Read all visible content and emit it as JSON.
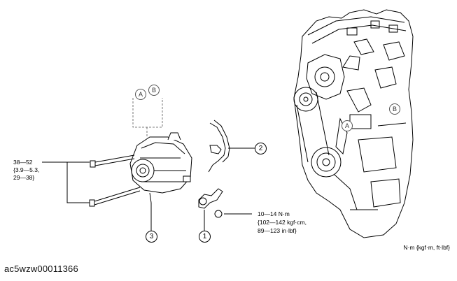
{
  "torque_bolts": {
    "line1": "38—52",
    "line2": "{3.9—5.3,",
    "line3": "29—38}"
  },
  "torque_nut": {
    "line1": "10—14 N·m",
    "line2": "{102—142 kgf·cm,",
    "line3": "89—123 in·lbf}"
  },
  "units_note": "N·m {kgf·m, ft·lbf}",
  "callouts": {
    "c1": "1",
    "c2": "2",
    "c3": "3"
  },
  "refs": {
    "a_left": "A",
    "b_left": "B",
    "a_engine": "A",
    "b_engine": "B"
  },
  "image_id": "ac5wzw00011366"
}
